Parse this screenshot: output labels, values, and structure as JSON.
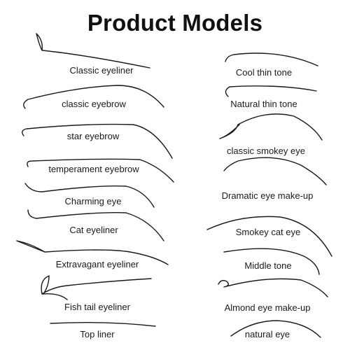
{
  "title": "Product Models",
  "left_models": [
    {
      "name": "Classic eyeliner",
      "icon": "classic-eyeliner-stroke"
    },
    {
      "name": "classic eyebrow",
      "icon": "classic-eyebrow-stroke"
    },
    {
      "name": "star eyebrow",
      "icon": "star-eyebrow-stroke"
    },
    {
      "name": "temperament eyebrow",
      "icon": "temperament-eyebrow-stroke"
    },
    {
      "name": "Charming eye",
      "icon": "charming-eye-stroke"
    },
    {
      "name": "Cat eyeliner",
      "icon": "cat-eyeliner-stroke"
    },
    {
      "name": "Extravagant eyeliner",
      "icon": "extravagant-eyeliner-stroke"
    },
    {
      "name": "Fish tail eyeliner",
      "icon": "fish-tail-eyeliner-stroke"
    },
    {
      "name": "Top liner",
      "icon": "top-liner-stroke"
    }
  ],
  "right_models": [
    {
      "name": "Cool thin tone",
      "icon": "cool-thin-tone-stroke"
    },
    {
      "name": "Natural thin tone",
      "icon": "natural-thin-tone-stroke"
    },
    {
      "name": "classic smokey eye",
      "icon": "classic-smokey-eye-stroke"
    },
    {
      "name": "Dramatic eye make-up",
      "icon": "dramatic-eye-stroke"
    },
    {
      "name": "Smokey cat eye",
      "icon": "smokey-cat-eye-stroke"
    },
    {
      "name": "Middle tone",
      "icon": "middle-tone-stroke"
    },
    {
      "name": "Almond eye make-up",
      "icon": "almond-eye-stroke"
    },
    {
      "name": "natural eye",
      "icon": "natural-eye-stroke"
    }
  ]
}
